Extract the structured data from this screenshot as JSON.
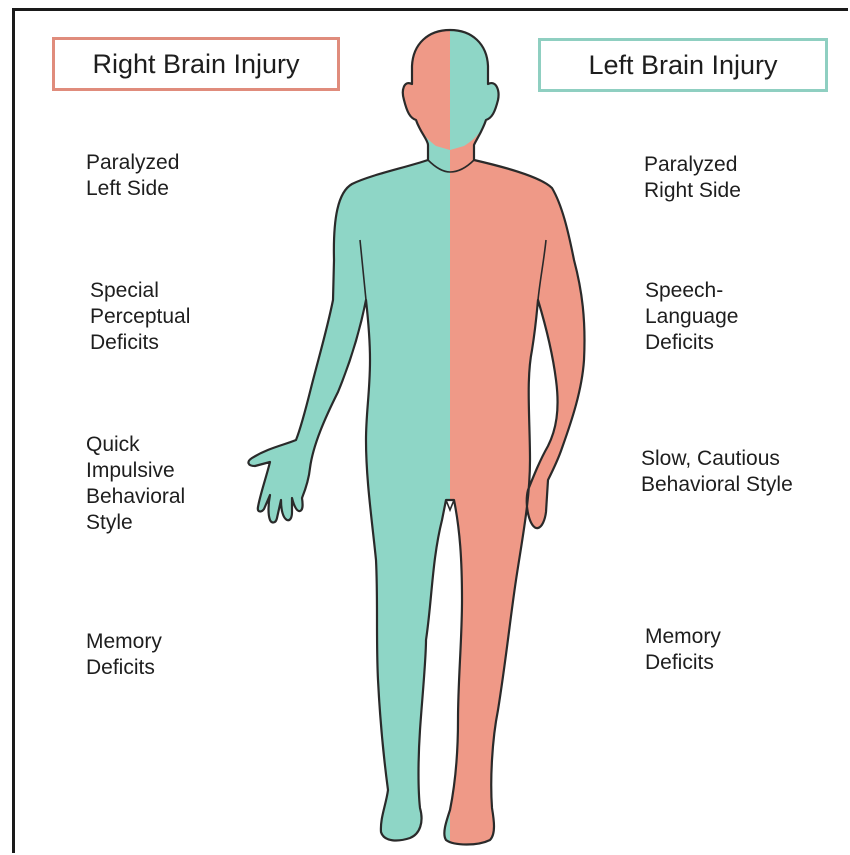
{
  "titles": {
    "right_brain": "Right Brain Injury",
    "left_brain": "Left Brain Injury"
  },
  "right_brain_effects": [
    "Paralyzed\nLeft Side",
    "Special\nPerceptual\nDeficits",
    "Quick\nImpulsive\nBehavioral\nStyle",
    "Memory\nDeficits"
  ],
  "left_brain_effects": [
    "Paralyzed\nRight Side",
    "Speech-\nLanguage\nDeficits",
    "Slow, Cautious\nBehavioral Style",
    "Memory\nDeficits"
  ],
  "colors": {
    "right_brain": "#e08c7c",
    "left_brain": "#8fcfc1",
    "body_teal": "#8ed6c6",
    "body_salmon": "#ef9987",
    "outline": "#2a2a2a"
  }
}
